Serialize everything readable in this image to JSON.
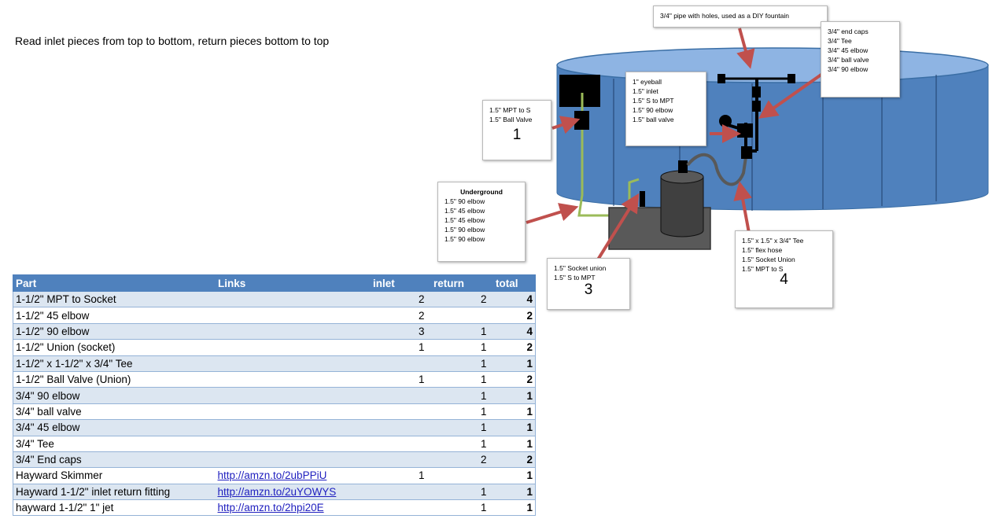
{
  "instructions": "Read inlet pieces from top to bottom, return pieces bottom to top",
  "callouts": {
    "fountain": {
      "lines": [
        "3/4\" pipe with holes, used as a DIY fountain"
      ]
    },
    "endcaps": {
      "lines": [
        "3/4\" end caps",
        "3/4\" Tee",
        "3/4\" 45 elbow",
        "3/4\" ball valve",
        "3/4\" 90 elbow"
      ]
    },
    "eyeball": {
      "lines": [
        "1\" eyeball",
        "1.5\" inlet",
        "1.5\" S to MPT",
        "1.5\" 90 elbow",
        "1.5\" ball valve"
      ]
    },
    "c1": {
      "lines": [
        "1.5\" MPT to S",
        "1.5\" Ball Valve"
      ],
      "number": "1"
    },
    "underground": {
      "title": "Underground",
      "lines": [
        "1.5\" 90 elbow",
        "1.5\" 45 elbow",
        "1.5\" 45 elbow",
        "1.5\" 90 elbow",
        "1.5\" 90 elbow"
      ]
    },
    "c3": {
      "lines": [
        "1.5\" Socket union",
        "1.5\" S to MPT"
      ],
      "number": "3"
    },
    "c4": {
      "lines": [
        "1.5\" x 1.5\" x 3/4\" Tee",
        "1.5\" flex hose",
        "1.5\" Socket Union",
        "1.5\" MPT to S"
      ],
      "number": "4"
    }
  },
  "table": {
    "headers": [
      "Part",
      "Links",
      "inlet",
      "return",
      "total"
    ],
    "rows": [
      {
        "part": "1-1/2\" MPT to Socket",
        "link": "",
        "inlet": "2",
        "return": "2",
        "total": "4"
      },
      {
        "part": "1-1/2\" 45 elbow",
        "link": "",
        "inlet": "2",
        "return": "",
        "total": "2"
      },
      {
        "part": "1-1/2\" 90 elbow",
        "link": "",
        "inlet": "3",
        "return": "1",
        "total": "4"
      },
      {
        "part": "1-1/2\" Union (socket)",
        "link": "",
        "inlet": "1",
        "return": "1",
        "total": "2"
      },
      {
        "part": "1-1/2\" x 1-1/2\" x 3/4\" Tee",
        "link": "",
        "inlet": "",
        "return": "1",
        "total": "1"
      },
      {
        "part": "1-1/2\" Ball Valve (Union)",
        "link": "",
        "inlet": "1",
        "return": "1",
        "total": "2"
      },
      {
        "part": "3/4\" 90 elbow",
        "link": "",
        "inlet": "",
        "return": "1",
        "total": "1"
      },
      {
        "part": "3/4\" ball valve",
        "link": "",
        "inlet": "",
        "return": "1",
        "total": "1"
      },
      {
        "part": "3/4\" 45 elbow",
        "link": "",
        "inlet": "",
        "return": "1",
        "total": "1"
      },
      {
        "part": "3/4\" Tee",
        "link": "",
        "inlet": "",
        "return": "1",
        "total": "1"
      },
      {
        "part": "3/4\" End caps",
        "link": "",
        "inlet": "",
        "return": "2",
        "total": "2"
      },
      {
        "part": "Hayward Skimmer",
        "link": "http://amzn.to/2ubPPiU",
        "inlet": "1",
        "return": "",
        "total": "1"
      },
      {
        "part": "Hayward 1-1/2\" inlet return fitting",
        "link": "http://amzn.to/2uYOWYS",
        "inlet": "",
        "return": "1",
        "total": "1"
      },
      {
        "part": "hayward 1-1/2\" 1\" jet",
        "link": "http://amzn.to/2hpi20E",
        "inlet": "",
        "return": "1",
        "total": "1"
      }
    ]
  },
  "colors": {
    "pool_wall": "#4f81bd",
    "pool_top": "#8eb4e3",
    "arrow": "#c0504d",
    "pipe_green": "#9bbb59",
    "header_blue": "#4f81bd",
    "row_band": "#dce6f1"
  }
}
